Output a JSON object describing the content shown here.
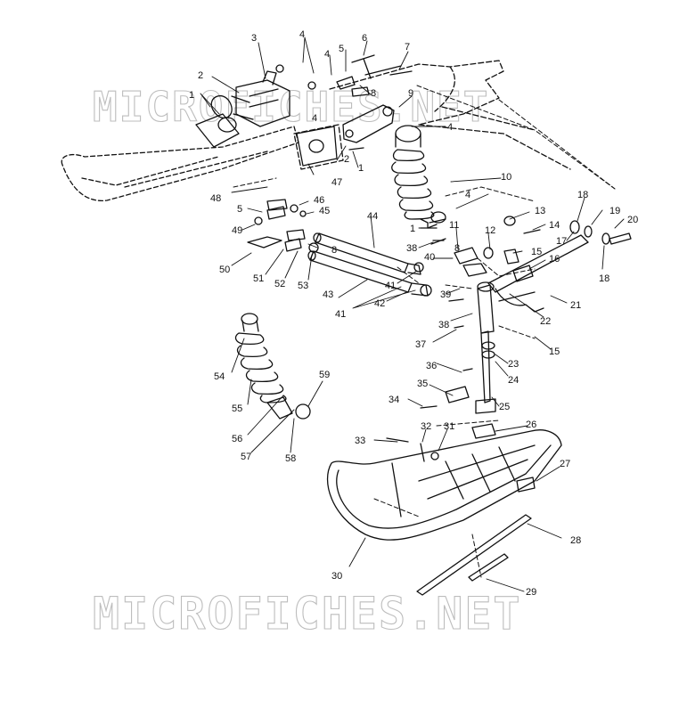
{
  "watermark": {
    "text": "MICROFICHES.NET",
    "color": "#c8c8c8"
  },
  "labels": [
    "1",
    "2",
    "3",
    "4",
    "4",
    "4",
    "5",
    "6",
    "7",
    "8",
    "9",
    "1",
    "2",
    "4",
    "47",
    "48",
    "10",
    "4",
    "1",
    "13",
    "14",
    "18",
    "19",
    "20",
    "17",
    "18",
    "5",
    "46",
    "45",
    "44",
    "49",
    "50",
    "51",
    "52",
    "53",
    "8",
    "43",
    "41",
    "42",
    "41",
    "11",
    "12",
    "38",
    "40",
    "15",
    "16",
    "39",
    "21",
    "22",
    "38",
    "37",
    "15",
    "23",
    "24",
    "36",
    "35",
    "25",
    "34",
    "26",
    "33",
    "32",
    "31",
    "27",
    "54",
    "55",
    "56",
    "57",
    "58",
    "59",
    "30",
    "28",
    "29",
    "8"
  ],
  "colors": {
    "line": "#111111",
    "background": "#ffffff"
  }
}
